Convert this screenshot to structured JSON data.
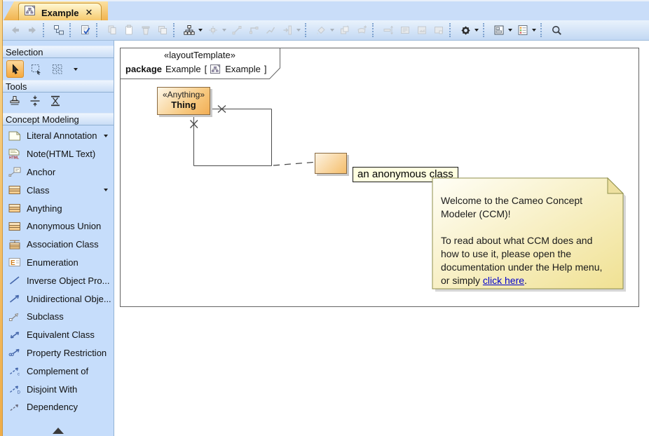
{
  "window": {
    "tab": {
      "label": "Example",
      "close_glyph": "✕"
    }
  },
  "toolbar": {
    "buttons": [
      {
        "name": "back",
        "disabled": true
      },
      {
        "name": "forward",
        "disabled": true
      },
      {
        "name": "select-in-containment-tree",
        "disabled": false
      },
      {
        "name": "check-diagram",
        "disabled": false
      },
      {
        "name": "copy",
        "disabled": true
      },
      {
        "name": "paste",
        "disabled": true
      },
      {
        "name": "delete",
        "disabled": true
      },
      {
        "name": "duplicate",
        "disabled": true
      },
      {
        "name": "hierarchic-layout",
        "disabled": false,
        "dropdown": true
      },
      {
        "name": "align",
        "disabled": true,
        "dropdown": true
      },
      {
        "name": "direct-line",
        "disabled": true
      },
      {
        "name": "rectilinear-line",
        "disabled": true
      },
      {
        "name": "oblique-line",
        "disabled": true
      },
      {
        "name": "swimlane",
        "disabled": true,
        "dropdown": true
      },
      {
        "name": "fill-color",
        "disabled": true,
        "dropdown": true
      },
      {
        "name": "apply-style",
        "disabled": true
      },
      {
        "name": "format-painter",
        "disabled": true
      },
      {
        "name": "make-same-size",
        "disabled": true
      },
      {
        "name": "show-notes",
        "disabled": true
      },
      {
        "name": "insert-image",
        "disabled": true
      },
      {
        "name": "show-screen",
        "disabled": true
      },
      {
        "name": "display-options",
        "disabled": false,
        "dropdown": true
      },
      {
        "name": "panels",
        "disabled": false,
        "dropdown": true
      },
      {
        "name": "legend",
        "disabled": false,
        "dropdown": true
      },
      {
        "name": "zoom-search",
        "disabled": false
      }
    ]
  },
  "sidebar": {
    "sections": [
      {
        "title": "Selection"
      },
      {
        "title": "Tools"
      },
      {
        "title": "Concept Modeling"
      }
    ],
    "concept_modeling": {
      "items": [
        {
          "label": "Literal Annotation",
          "dropdown": true
        },
        {
          "label": "Note(HTML Text)"
        },
        {
          "label": "Anchor"
        },
        {
          "label": "Class",
          "dropdown": true
        },
        {
          "label": "Anything"
        },
        {
          "label": "Anonymous Union"
        },
        {
          "label": "Association Class"
        },
        {
          "label": "Enumeration"
        },
        {
          "label": "Inverse Object Pro..."
        },
        {
          "label": "Unidirectional Obje..."
        },
        {
          "label": "Subclass"
        },
        {
          "label": "Equivalent Class"
        },
        {
          "label": "Property Restriction"
        },
        {
          "label": "Complement of"
        },
        {
          "label": "Disjoint With"
        },
        {
          "label": "Dependency"
        }
      ]
    }
  },
  "diagram": {
    "frame_header": {
      "stereotype": "«layoutTemplate»",
      "kind": "package",
      "name": "Example",
      "open_bracket": "[",
      "diagram_name": "Example",
      "close_bracket": "]"
    },
    "thing": {
      "stereotype": "«Anything»",
      "name": "Thing"
    },
    "anonymous_label": "an anonymous class",
    "note": {
      "lines": [
        "Welcome to the Cameo Concept",
        "Modeler (CCM)!",
        "",
        "To read about what CCM does and",
        "how to use it, please open the",
        "documentation under the Help menu,"
      ],
      "final_pre": "or simply ",
      "link_text": "click here",
      "final_post": "."
    }
  },
  "colors": {
    "accent_orange": "#F5A93E",
    "panel_blue": "#C6DDFB",
    "toolbar_blue": "#D7E6F9",
    "note_yellow": "#F0E193",
    "class_orange": "#F2AE55",
    "link_blue": "#0000CC",
    "selection_border": "#D98F2B"
  }
}
